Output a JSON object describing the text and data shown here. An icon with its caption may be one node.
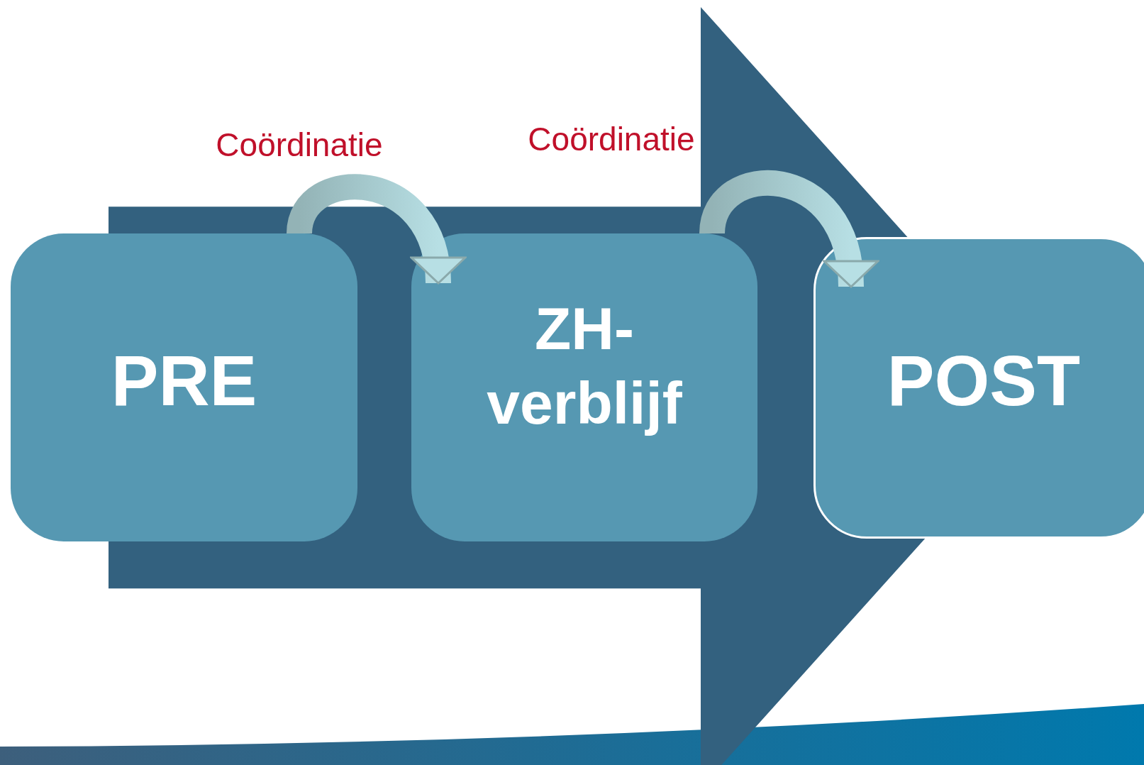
{
  "diagram": {
    "nodes": [
      {
        "text": [
          "PRE"
        ]
      },
      {
        "text": [
          "ZH-verblijf"
        ]
      },
      {
        "text": [
          "POST"
        ]
      }
    ],
    "edges": [
      {
        "from": 0,
        "to": 1,
        "arrow": "to",
        "label": "Coördinatie"
      },
      {
        "from": 1,
        "to": 2,
        "arrow": "to",
        "label": "Coördinatie"
      },
      {
        "from": 0,
        "to": 2,
        "arrow": "to",
        "style": "thick"
      }
    ]
  }
}
